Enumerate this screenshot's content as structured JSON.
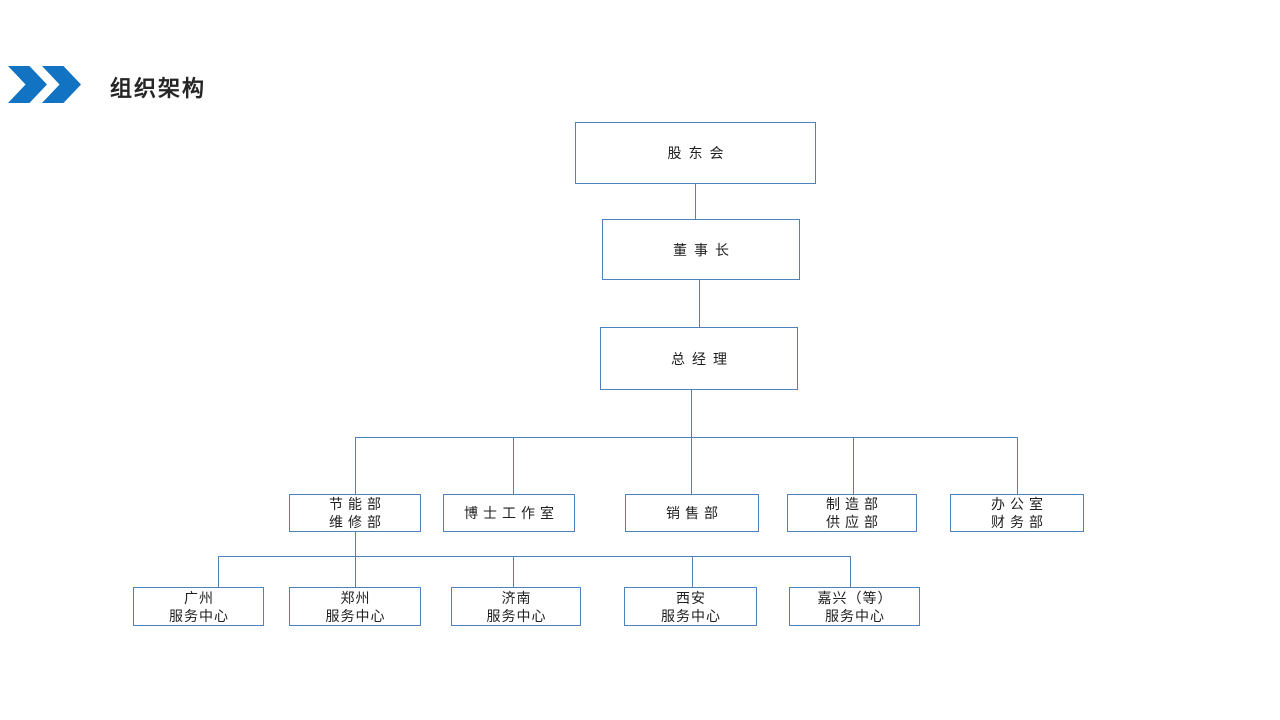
{
  "slide": {
    "title": "组织架构"
  },
  "colors": {
    "accent_blue": "#1173c1",
    "box_border": "#4f81bd",
    "connector": "#4f81bd",
    "title_text": "#262626",
    "node_text": "#1f1f1f",
    "background": "#ffffff"
  },
  "org_chart": {
    "type": "org-tree",
    "level1": {
      "label": "股东会"
    },
    "level2": {
      "label": "董事长"
    },
    "level3": {
      "label": "总经理"
    },
    "departments": [
      {
        "line1": "节能部",
        "line2": "维修部"
      },
      {
        "line1": "博士工作室",
        "line2": ""
      },
      {
        "line1": "销售部",
        "line2": ""
      },
      {
        "line1": "制造部",
        "line2": "供应部"
      },
      {
        "line1": "办公室",
        "line2": "财务部"
      }
    ],
    "service_centers": [
      {
        "line1": "广州",
        "line2": "服务中心"
      },
      {
        "line1": "郑州",
        "line2": "服务中心"
      },
      {
        "line1": "济南",
        "line2": "服务中心"
      },
      {
        "line1": "西安",
        "line2": "服务中心"
      },
      {
        "line1": "嘉兴（等）",
        "line2": "服务中心"
      }
    ]
  }
}
